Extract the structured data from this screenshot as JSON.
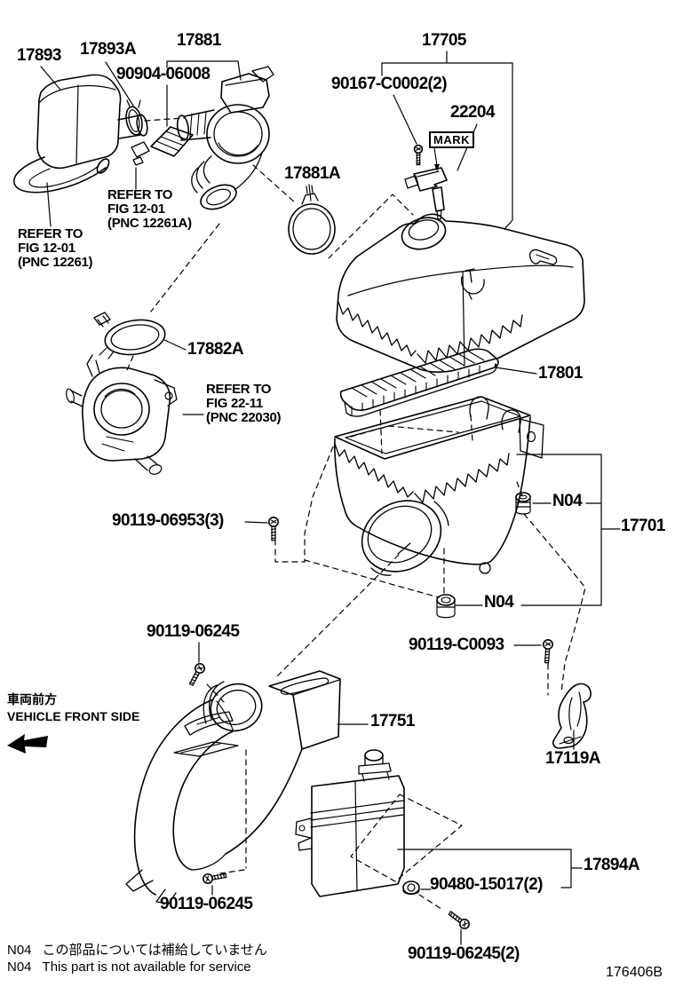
{
  "figure": {
    "code": "176406B",
    "mark_box": "MARK",
    "front_marker": {
      "jp": "車両前方",
      "en": "VEHICLE FRONT SIDE"
    },
    "footnotes": [
      {
        "ref": "N04",
        "text": "この部品については補給していません"
      },
      {
        "ref": "N04",
        "text": "This part is not available for service"
      }
    ]
  },
  "labels": [
    {
      "text": "17893"
    },
    {
      "text": "17893A"
    },
    {
      "text": "17881"
    },
    {
      "text": "90904-06008"
    },
    {
      "text": "17705"
    },
    {
      "text": "90167-C0002(2)"
    },
    {
      "text": "22204"
    },
    {
      "text": "17881A"
    },
    {
      "text": "REFER TO\nFIG 12-01\n(PNC 12261A)"
    },
    {
      "text": "REFER TO\nFIG 12-01\n(PNC 12261)"
    },
    {
      "text": "17882A"
    },
    {
      "text": "REFER TO\nFIG 22-11\n(PNC 22030)"
    },
    {
      "text": "17801"
    },
    {
      "text": "90119-06953(3)"
    },
    {
      "text": "N04"
    },
    {
      "text": "17701"
    },
    {
      "text": "N04"
    },
    {
      "text": "90119-C0093"
    },
    {
      "text": "90119-06245"
    },
    {
      "text": "17751"
    },
    {
      "text": "17119A"
    },
    {
      "text": "17894A"
    },
    {
      "text": "90480-15017(2)"
    },
    {
      "text": "90119-06245"
    },
    {
      "text": "90119-06245(2)"
    }
  ]
}
